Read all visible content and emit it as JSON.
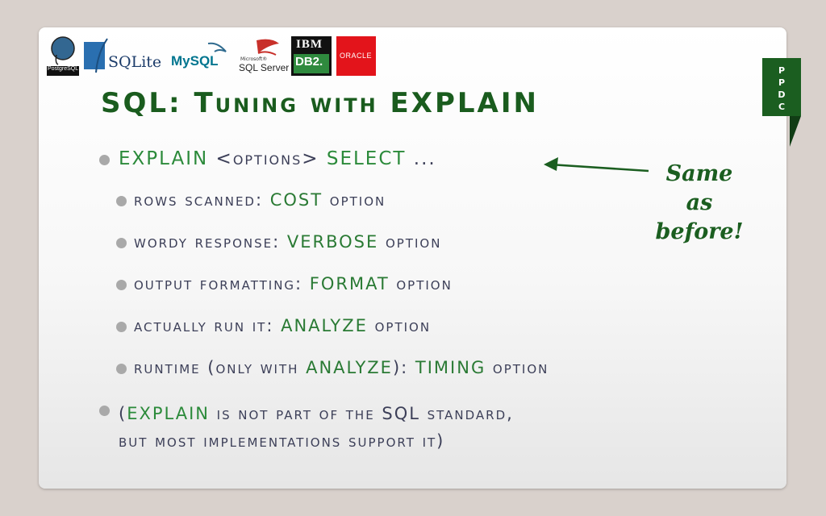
{
  "logos": {
    "postgres_label": "PostgreSQL",
    "sqlite_label": "SQLite",
    "mysql_label": "MySQL",
    "sqlserver_small": "Microsoft®",
    "sqlserver_label": "SQL Server",
    "ibm_label": "IBM",
    "db2_label": "DB2.",
    "oracle_label": "ORACLE"
  },
  "ribbon": {
    "letters": [
      "P",
      "P",
      "D",
      "C"
    ],
    "color": "#1b5e20"
  },
  "title": "SQL: Tuning with EXPLAIN",
  "bullets": {
    "b1": {
      "kw": "EXPLAIN",
      "opts": " <options> ",
      "kw2": "SELECT",
      "rest": " ..."
    },
    "b2": {
      "a": "rows scanned: ",
      "kw": "COST",
      "b": " option"
    },
    "b3": {
      "a": "wordy response: ",
      "kw": "VERBOSE",
      "b": " option"
    },
    "b4": {
      "a": "output formatting: ",
      "kw": "FORMAT",
      "b": " option"
    },
    "b5": {
      "a": "actually run it: ",
      "kw": "ANALYZE",
      "b": " option"
    },
    "b6": {
      "a": "runtime (only with ",
      "kw": "ANALYZE",
      "mid": "): ",
      "kw2": "TIMING",
      "b": " option"
    },
    "b7": {
      "open": "(",
      "kw": "EXPLAIN",
      "a": " is not part of the SQL standard,",
      "line2": "but most implementations support it)"
    }
  },
  "note": {
    "line1": "Same",
    "line2": "as",
    "line3": "before!"
  },
  "colors": {
    "title": "#1a5c1e",
    "keyword": "#2b8a3a",
    "text": "#3c3f58",
    "bullet": "#a9a9a9"
  }
}
